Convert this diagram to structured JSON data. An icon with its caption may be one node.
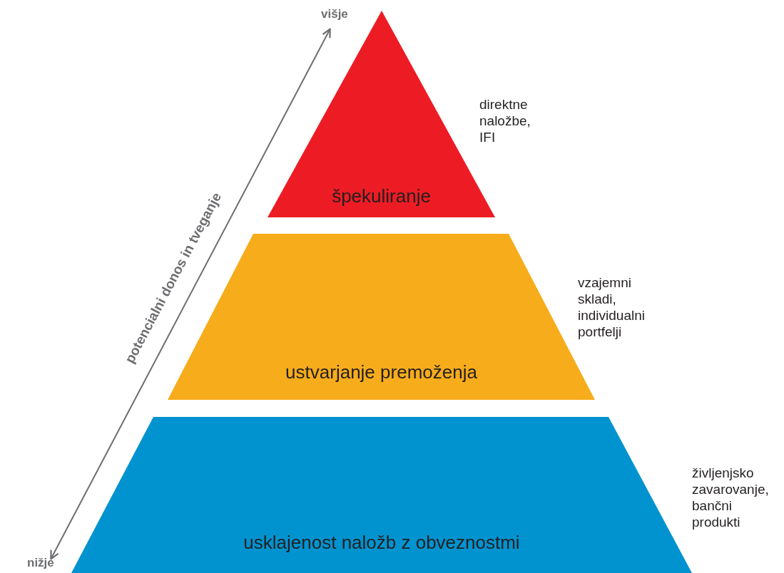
{
  "diagram": {
    "nodes": [
      {
        "text": [
          "špekuliranje"
        ],
        "beside": [
          "direktne naložbe, IFI"
        ]
      },
      {
        "text": [
          "ustvarjanje premoženja"
        ],
        "beside": [
          "vzajemni skladi, individualni portfelji"
        ]
      },
      {
        "text": [
          "usklajenost naložb z obveznostmi"
        ],
        "beside": [
          "življenjsko zavarovanje, bančni produkti"
        ]
      }
    ],
    "labels": [
      "višje",
      "potencialni donos in tveganje",
      "nižje"
    ]
  }
}
